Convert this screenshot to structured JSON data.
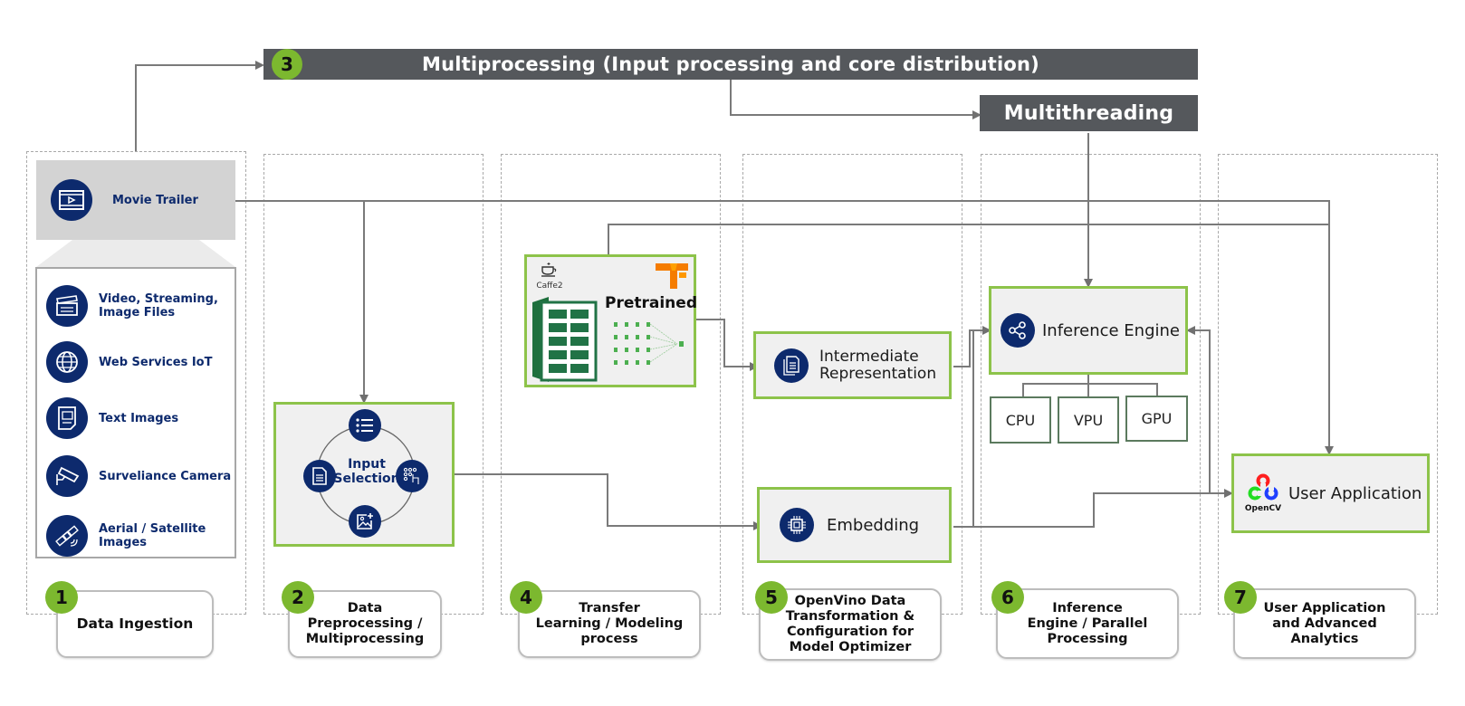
{
  "top_bar": {
    "badge": "3",
    "title": "Multiprocessing (Input processing and core distribution)"
  },
  "multithreading": {
    "title": "Multithreading"
  },
  "ingestion": {
    "movie_trailer": {
      "label": "Movie Trailer",
      "icon": "film-icon"
    },
    "sources": [
      {
        "label_line1": "Video, Streaming,",
        "label_line2": "Image Files",
        "icon": "clapperboard-icon"
      },
      {
        "label_line1": "Web Services IoT",
        "label_line2": "",
        "icon": "globe-icon"
      },
      {
        "label_line1": "Text Images",
        "label_line2": "",
        "icon": "text-image-icon"
      },
      {
        "label_line1": "Surveliance Camera",
        "label_line2": "",
        "icon": "cctv-camera-icon"
      },
      {
        "label_line1": "Aerial / Satellite",
        "label_line2": "Images",
        "icon": "satellite-icon"
      }
    ]
  },
  "input_selection": {
    "line1": "Input",
    "line2": "Selection"
  },
  "pretrained": {
    "title": "Pretrained",
    "caffe_label": "Caffe2"
  },
  "intermediate": {
    "line1": "Intermediate",
    "line2": "Representation"
  },
  "embedding": {
    "label": "Embedding"
  },
  "inference_engine": {
    "label": "Inference Engine"
  },
  "hardware": [
    {
      "label": "CPU"
    },
    {
      "label": "VPU"
    },
    {
      "label": "GPU"
    }
  ],
  "user_app": {
    "label": "User Application",
    "opencv_label": "OpenCV"
  },
  "stages": [
    {
      "num": "1",
      "lines": [
        "Data Ingestion"
      ]
    },
    {
      "num": "2",
      "lines": [
        "Data",
        "Preprocessing /",
        "Multiprocessing"
      ]
    },
    {
      "num": "4",
      "lines": [
        "Transfer",
        "Learning / Modeling",
        "process"
      ]
    },
    {
      "num": "5",
      "lines": [
        "OpenVino Data",
        "Transformation &",
        "Configuration for",
        "Model Optimizer"
      ]
    },
    {
      "num": "6",
      "lines": [
        "Inference",
        "Engine / Parallel",
        "Processing"
      ]
    },
    {
      "num": "7",
      "lines": [
        "User Application",
        "and Advanced",
        "Analytics"
      ]
    }
  ],
  "colors": {
    "accent_green": "#7cb82f",
    "navy": "#0d2a6d",
    "bar_gray": "#55585c",
    "box_border_green": "#8dc34a"
  }
}
